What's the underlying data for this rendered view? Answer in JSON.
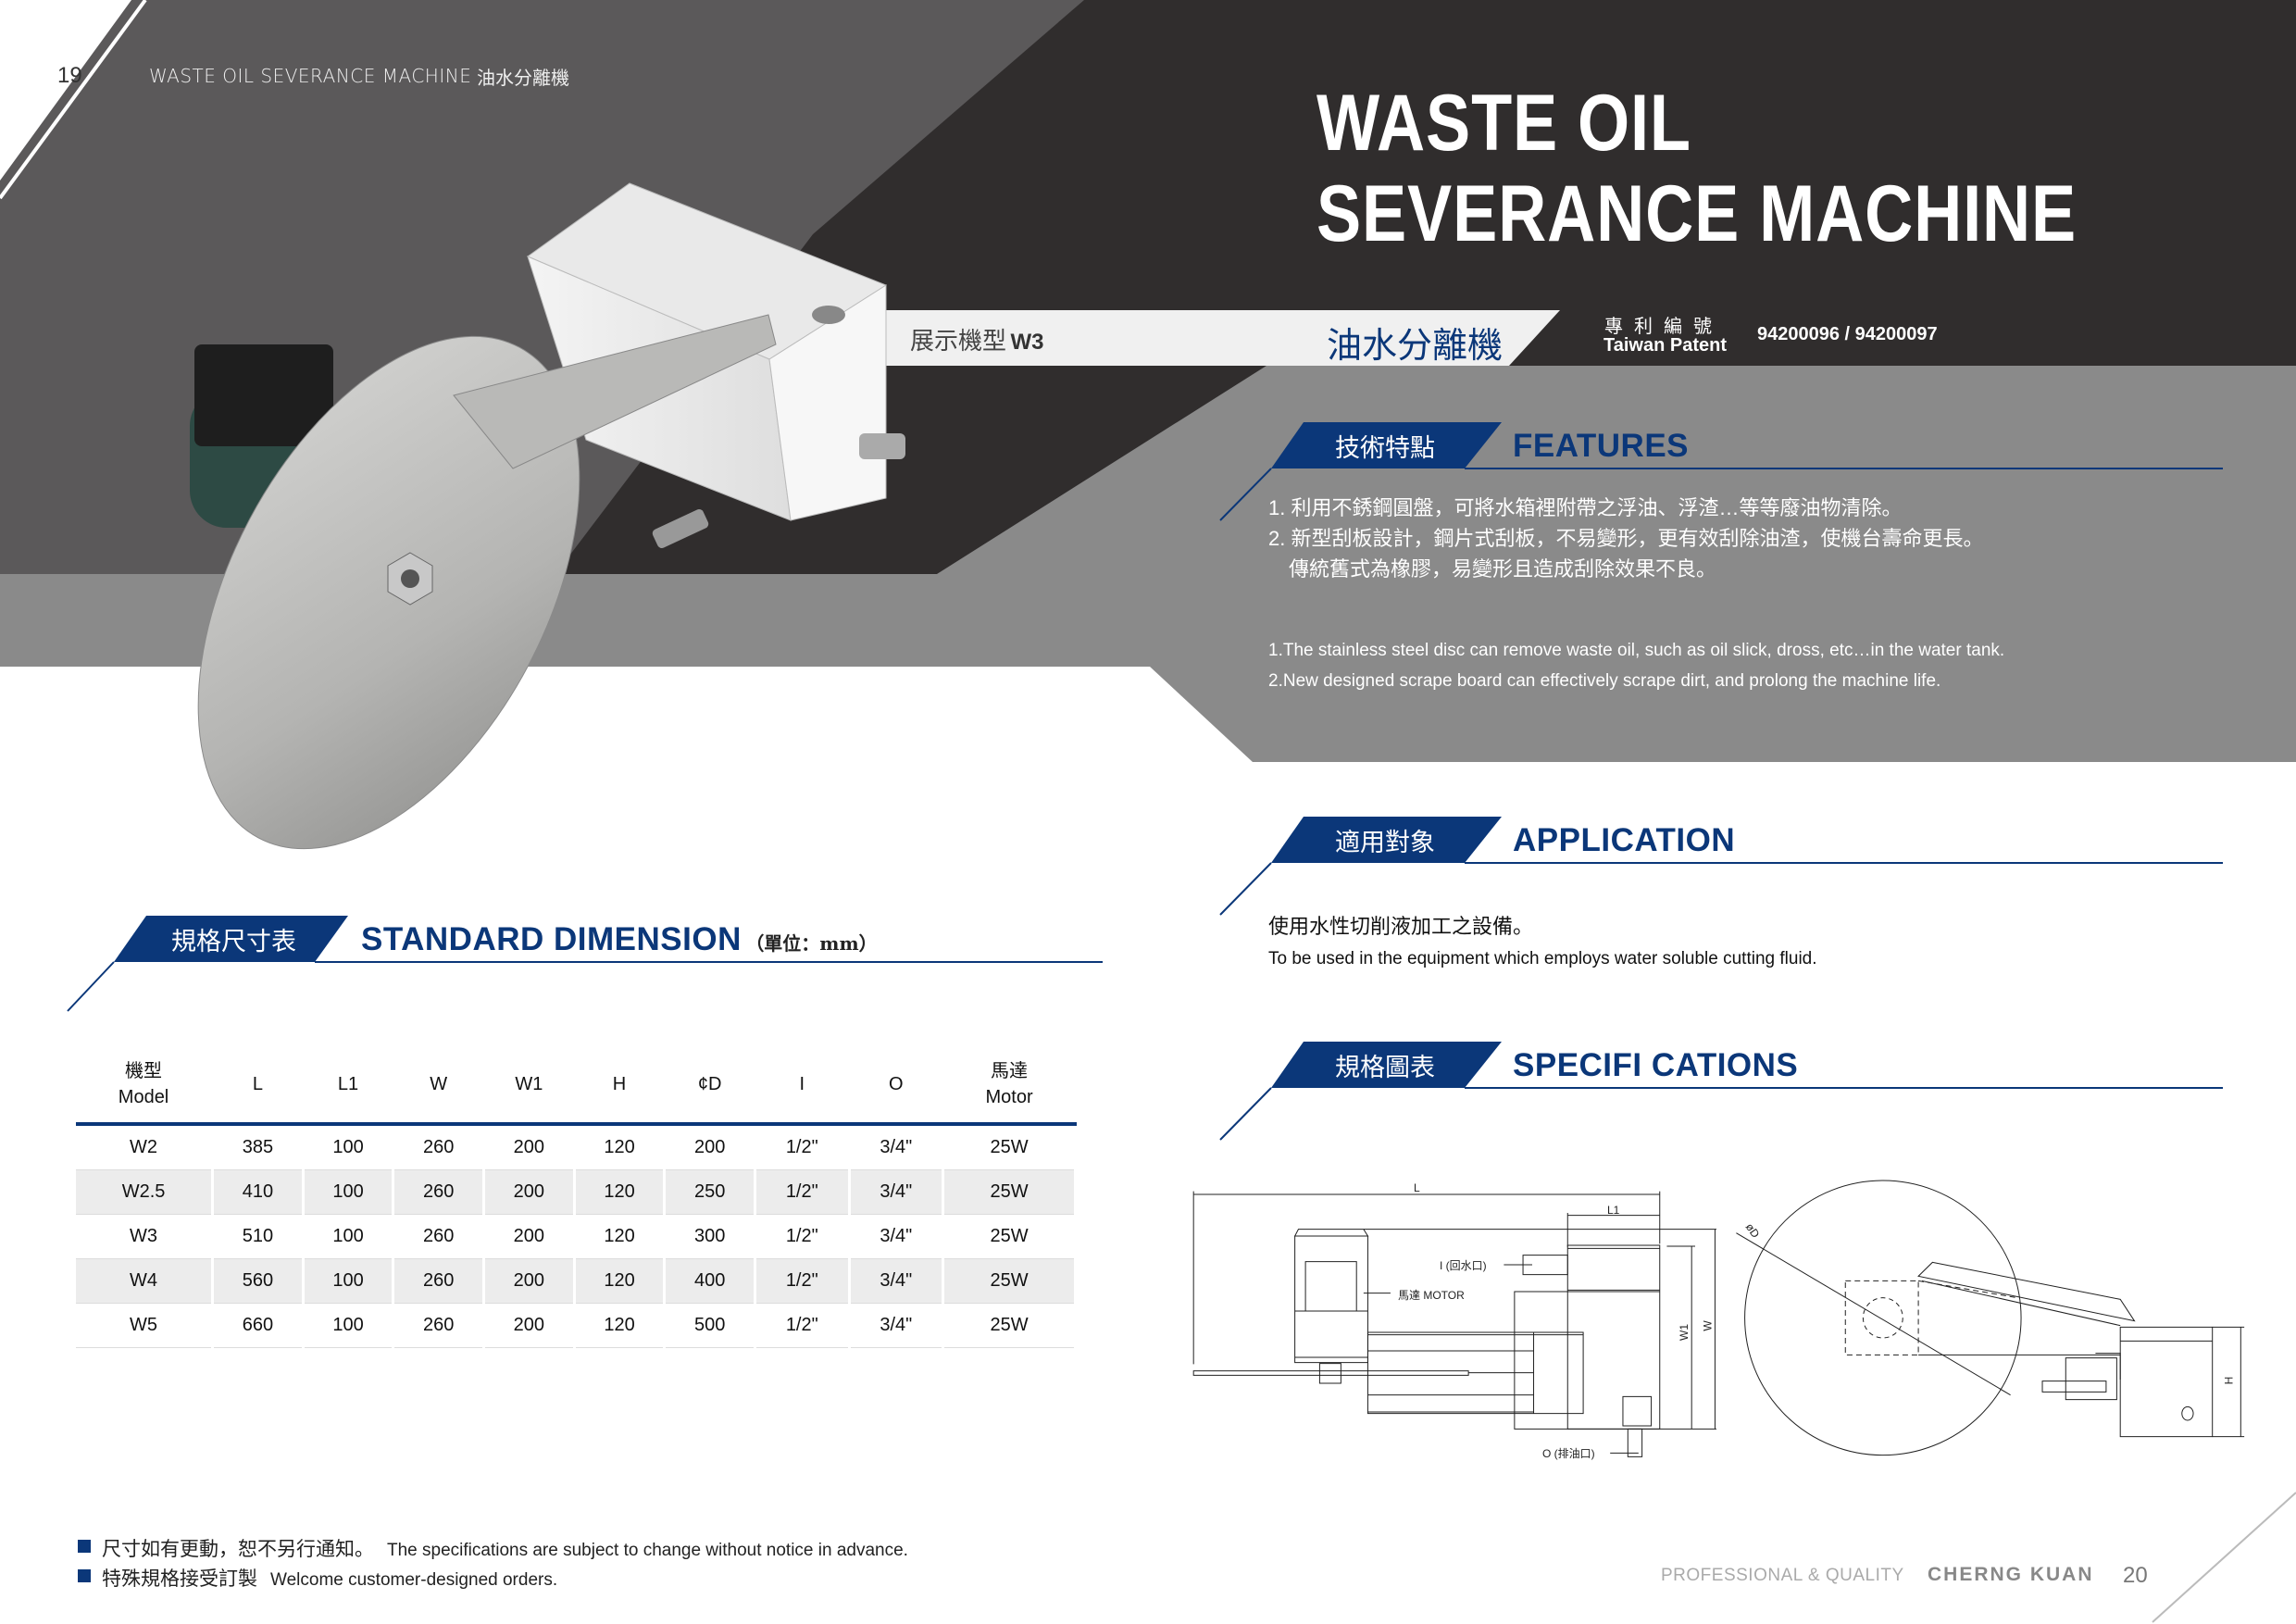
{
  "header": {
    "page_number_left": "19",
    "running_title": "WASTE OIL SEVERANCE MACHINE",
    "running_title_cn": "油水分離機"
  },
  "title": {
    "line1": "WASTE OIL",
    "line2": "SEVERANCE MACHINE"
  },
  "model_band": {
    "label": "展示機型",
    "model": "W3",
    "product_name_cn": "油水分離機"
  },
  "patent": {
    "label_cn": "專利編號",
    "label_en": "Taiwan Patent",
    "numbers": "94200096 / 94200097"
  },
  "features": {
    "heading_cn": "技術特點",
    "heading_en": "FEATURES",
    "items_cn": [
      "1. 利用不銹鋼圓盤，可將水箱裡附帶之浮油、浮渣…等等廢油物清除。",
      "2. 新型刮板設計，鋼片式刮板，不易變形，更有效刮除油渣，使機台壽命更長。",
      "傳統舊式為橡膠，易變形且造成刮除效果不良。"
    ],
    "items_en": [
      "1.The stainless steel disc can remove waste oil, such as oil slick, dross, etc…in the water tank.",
      "2.New designed scrape board can effectively scrape dirt, and prolong the machine life."
    ]
  },
  "application": {
    "heading_cn": "適用對象",
    "heading_en": "APPLICATION",
    "text_cn": "使用水性切削液加工之設備。",
    "text_en": "To be used in the equipment which employs water soluble cutting fluid."
  },
  "specifications": {
    "heading_cn": "規格圖表",
    "heading_en": "SPECIFI CATIONS",
    "diagram_labels": {
      "L": "L",
      "L1": "L1",
      "inlet": "I (回水口)",
      "motor": "馬達 MOTOR",
      "outlet": "O (排油口)",
      "W1": "W1",
      "W": "W",
      "D": "øD",
      "H": "H"
    }
  },
  "dimension": {
    "heading_cn": "規格尺寸表",
    "heading_en": "STANDARD DIMENSION",
    "unit": "（單位：mm）",
    "headers": [
      {
        "top": "機型",
        "bottom": "Model"
      },
      {
        "top": "L"
      },
      {
        "top": "L1"
      },
      {
        "top": "W"
      },
      {
        "top": "W1"
      },
      {
        "top": "H"
      },
      {
        "top": "¢D"
      },
      {
        "top": "I"
      },
      {
        "top": "O"
      },
      {
        "top": "馬達",
        "bottom": "Motor"
      }
    ],
    "rows": [
      [
        "W2",
        "385",
        "100",
        "260",
        "200",
        "120",
        "200",
        "1/2\"",
        "3/4\"",
        "25W"
      ],
      [
        "W2.5",
        "410",
        "100",
        "260",
        "200",
        "120",
        "250",
        "1/2\"",
        "3/4\"",
        "25W"
      ],
      [
        "W3",
        "510",
        "100",
        "260",
        "200",
        "120",
        "300",
        "1/2\"",
        "3/4\"",
        "25W"
      ],
      [
        "W4",
        "560",
        "100",
        "260",
        "200",
        "120",
        "400",
        "1/2\"",
        "3/4\"",
        "25W"
      ],
      [
        "W5",
        "660",
        "100",
        "260",
        "200",
        "120",
        "500",
        "1/2\"",
        "3/4\"",
        "25W"
      ]
    ]
  },
  "notes": [
    {
      "cn": "尺寸如有更動，恕不另行通知。",
      "en": "The specifications are subject to change without notice in advance."
    },
    {
      "cn": "特殊規格接受訂製",
      "en": "Welcome customer-designed orders."
    }
  ],
  "footer": {
    "tagline": "PROFESSIONAL & QUALITY",
    "brand": "CHERNG KUAN",
    "page_number_right": "20"
  },
  "colors": {
    "brand_blue": "#0b3779",
    "dark": "#302d2d",
    "mid_gray": "#5b595a",
    "band_gray": "#8a8a8a"
  }
}
